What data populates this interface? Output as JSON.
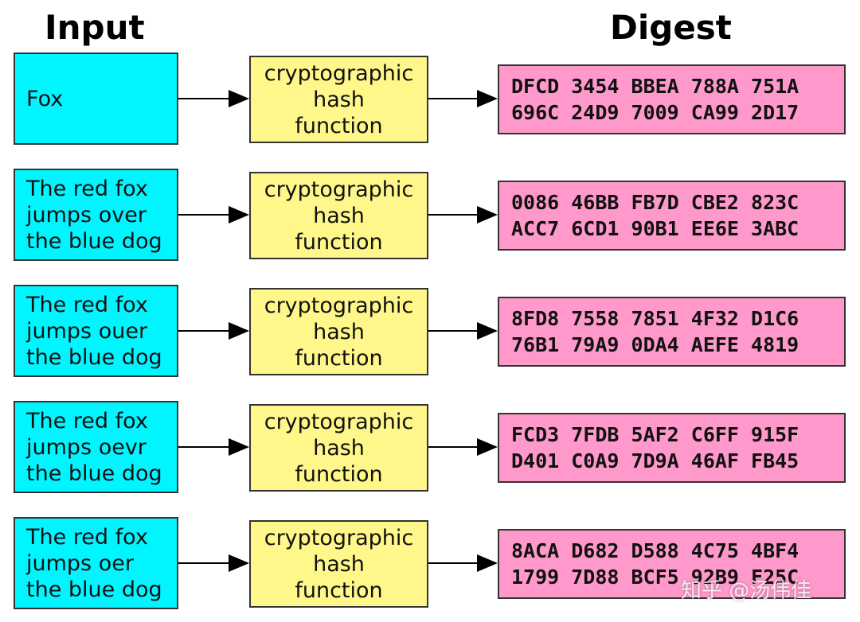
{
  "headings": {
    "input": "Input",
    "digest": "Digest"
  },
  "hash_function": {
    "lines": [
      "cryptographic",
      "hash",
      "function"
    ]
  },
  "rows": [
    {
      "input_lines": [
        "Fox"
      ],
      "digest_lines": [
        "DFCD 3454 BBEA 788A 751A",
        "696C 24D9 7009 CA99 2D17"
      ]
    },
    {
      "input_lines": [
        "The red fox",
        "jumps over",
        "the blue dog"
      ],
      "digest_lines": [
        "0086 46BB FB7D CBE2 823C",
        "ACC7 6CD1 90B1 EE6E 3ABC"
      ]
    },
    {
      "input_lines": [
        "The red fox",
        "jumps ouer",
        "the blue dog"
      ],
      "digest_lines": [
        "8FD8 7558 7851 4F32 D1C6",
        "76B1 79A9 0DA4 AEFE 4819"
      ]
    },
    {
      "input_lines": [
        "The red fox",
        "jumps oevr",
        "the blue dog"
      ],
      "digest_lines": [
        "FCD3 7FDB 5AF2 C6FF 915F",
        "D401 C0A9 7D9A 46AF FB45"
      ]
    },
    {
      "input_lines": [
        "The red fox",
        "jumps oer",
        "the blue dog"
      ],
      "digest_lines": [
        "8ACA D682 D588 4C75 4BF4",
        "1799 7D88 BCF5 92B9 F25C"
      ]
    }
  ],
  "watermark": "知乎 @汤伟佳",
  "colors": {
    "input_fill": "#00f5ff",
    "hash_fill": "#fff78a",
    "digest_fill": "#ff99cc"
  }
}
